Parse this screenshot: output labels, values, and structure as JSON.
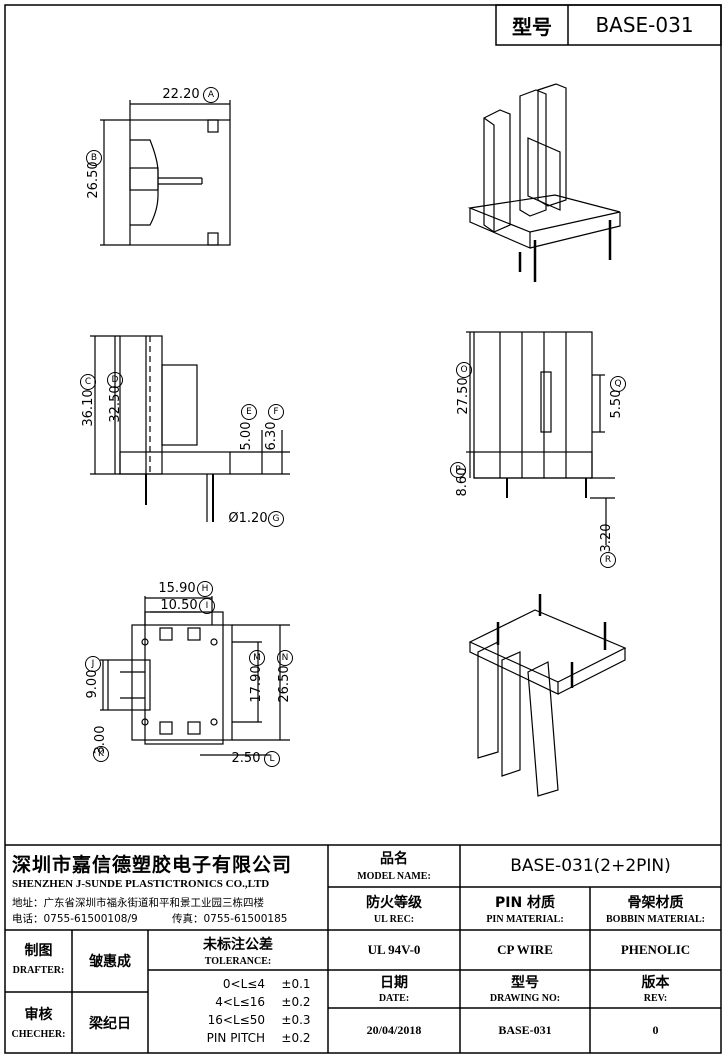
{
  "header": {
    "model_label": "型号",
    "model_value": "BASE-031"
  },
  "dimensions": {
    "top_view": {
      "width": "22.20",
      "width_ref": "A",
      "height": "26.50",
      "height_ref": "B"
    },
    "side_view": {
      "d1": "36.10",
      "d1_ref": "C",
      "d2": "32.50",
      "d2_ref": "D",
      "d3": "5.00",
      "d3_ref": "E",
      "d4": "6.30",
      "d4_ref": "F",
      "pin_dia": "Ø1.20",
      "pin_dia_ref": "G"
    },
    "front_view": {
      "d1": "27.50",
      "d1_ref": "O",
      "d2": "5.50",
      "d2_ref": "Q",
      "d3": "8.60",
      "d3_ref": "P",
      "d4": "3.20",
      "d4_ref": "R"
    },
    "bottom_view": {
      "d1": "15.90",
      "d1_ref": "H",
      "d2": "10.50",
      "d2_ref": "I",
      "d3": "9.00",
      "d3_ref": "J",
      "d4": "17.90",
      "d4_ref": "M",
      "d5": "26.50",
      "d5_ref": "N",
      "d6": "3.00",
      "d6_ref": "K",
      "d7": "2.50",
      "d7_ref": "L"
    }
  },
  "title_block": {
    "company_cn": "深圳市嘉信德塑胶电子有限公司",
    "company_en": "SHENZHEN J-SUNDE PLASTICTRONICS CO.,LTD",
    "address": "地址：广东省深圳市福永街道和平和景工业园三栋四楼",
    "phone": "电话：0755-61500108/9",
    "fax": "传真：0755-61500185",
    "model_name_cn": "品名",
    "model_name_en": "MODEL NAME:",
    "model_name_value": "BASE-031(2+2PIN)",
    "ul_cn": "防火等级",
    "ul_en": "UL REC:",
    "pin_mat_cn": "PIN 材质",
    "pin_mat_en": "PIN MATERIAL:",
    "bobbin_mat_cn": "骨架材质",
    "bobbin_mat_en": "BOBBIN MATERIAL:",
    "ul_value": "UL 94V-0",
    "pin_value": "CP WIRE",
    "bobbin_value": "PHENOLIC",
    "drafter_cn": "制图",
    "drafter_en": "DRAFTER:",
    "drafter_name": "皱惠成",
    "checker_cn": "审核",
    "checker_en": "CHECHER:",
    "checker_name": "梁纪日",
    "tolerance_cn": "未标注公差",
    "tolerance_en": "TOLERANCE:",
    "tolerances": [
      {
        "range": "0<L≤4",
        "value": "±0.1"
      },
      {
        "range": "4<L≤16",
        "value": "±0.2"
      },
      {
        "range": "16<L≤50",
        "value": "±0.3"
      },
      {
        "range": "PIN PITCH",
        "value": "±0.2"
      }
    ],
    "date_cn": "日期",
    "date_en": "DATE:",
    "date_value": "20/04/2018",
    "drawing_cn": "型号",
    "drawing_en": "DRAWING NO:",
    "drawing_value": "BASE-031",
    "rev_cn": "版本",
    "rev_en": "REV:",
    "rev_value": "0"
  }
}
